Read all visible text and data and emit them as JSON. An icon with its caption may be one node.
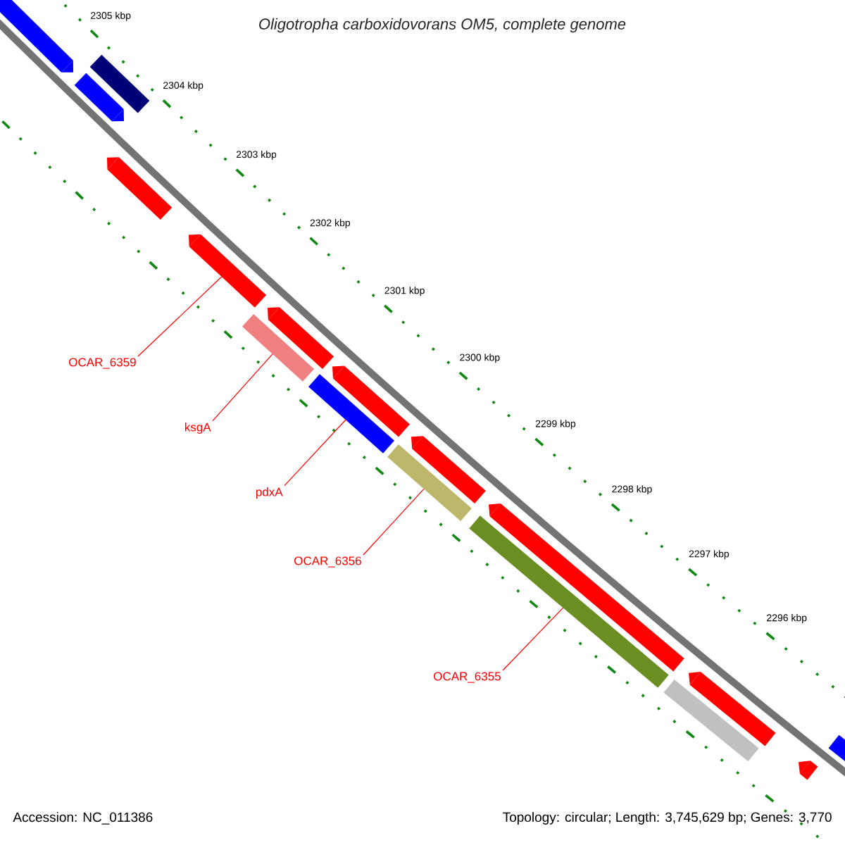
{
  "diagram": {
    "title": "Oligotropha carboxidovorans OM5, complete genome",
    "nodes": [
      {
        "text": [
          "OCAR_6359"
        ]
      },
      {
        "text": [
          "ksgA"
        ]
      },
      {
        "text": [
          "pdxA"
        ]
      },
      {
        "text": [
          "OCAR_6356"
        ]
      },
      {
        "text": [
          "OCAR_6355"
        ]
      },
      {
        "text": [],
        "shape": "arrow"
      },
      {
        "text": [],
        "shape": "arrow"
      },
      {
        "text": [],
        "shape": "bar"
      },
      {
        "text": [],
        "shape": "arrow"
      },
      {
        "text": [],
        "shape": "arrow"
      },
      {
        "text": [],
        "shape": "bar"
      },
      {
        "text": [],
        "shape": "arrow"
      },
      {
        "text": [],
        "shape": "bar"
      },
      {
        "text": [],
        "shape": "arrow"
      },
      {
        "text": [],
        "shape": "bar"
      },
      {
        "text": [],
        "shape": "arrow"
      },
      {
        "text": [],
        "shape": "bar"
      },
      {
        "text": [],
        "shape": "arrow"
      },
      {
        "text": [],
        "shape": "bar"
      },
      {
        "text": [],
        "shape": "arrow"
      },
      {
        "text": [],
        "shape": "arrow"
      },
      {
        "text": [],
        "shape": "arrow"
      }
    ],
    "edges": [
      {
        "from": 0,
        "to": 9,
        "arrow": "none"
      },
      {
        "from": 1,
        "to": 10,
        "arrow": "none"
      },
      {
        "from": 2,
        "to": 12,
        "arrow": "none"
      },
      {
        "from": 3,
        "to": 14,
        "arrow": "none"
      },
      {
        "from": 4,
        "to": 16,
        "arrow": "none"
      }
    ],
    "labels": [
      "2305 kbp",
      "2304 kbp",
      "2303 kbp",
      "2302 kbp",
      "2301 kbp",
      "2300 kbp",
      "2299 kbp",
      "2298 kbp",
      "2297 kbp",
      "2296 kbp",
      "Accession: NC_011386",
      "Topology: circular; Length: 3,745,629 bp; Genes: 3,770"
    ]
  }
}
